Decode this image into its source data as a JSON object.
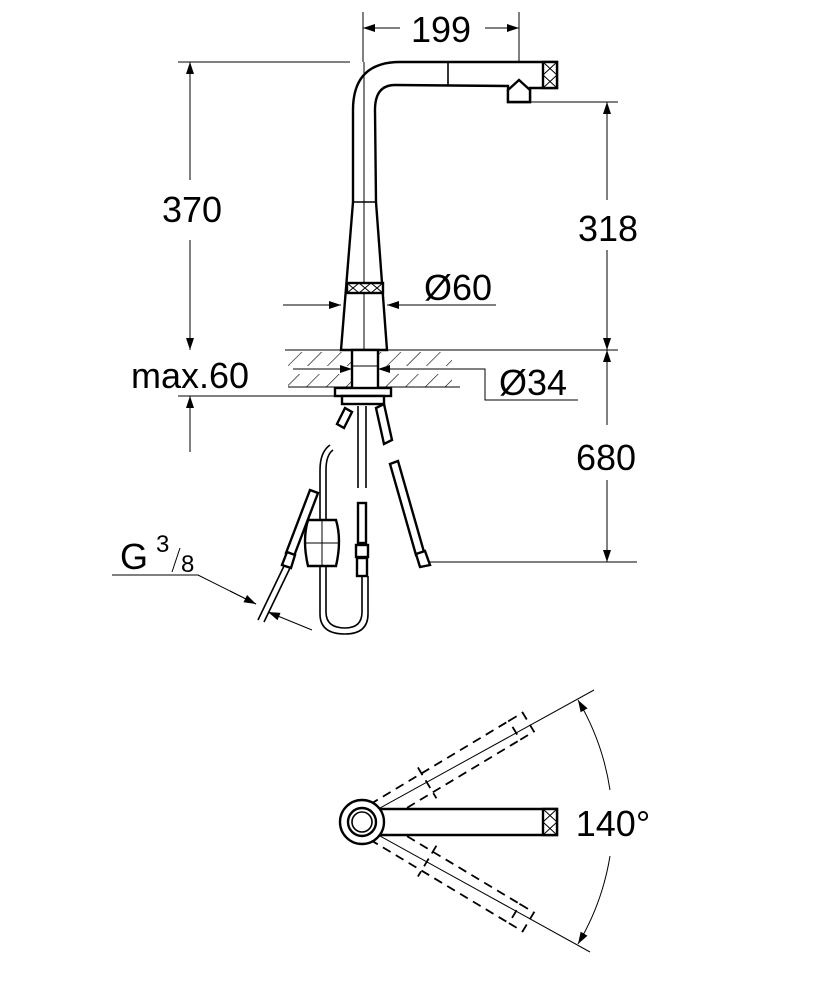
{
  "dimensions": {
    "spout_reach": "199",
    "total_height": "370",
    "outlet_height": "318",
    "base_diameter": "Ø60",
    "max_counter_thickness": "max.60",
    "hole_diameter": "Ø34",
    "hose_length": "680",
    "connection_letter": "G",
    "connection_num": "3",
    "connection_den": "8",
    "swivel_angle": "140°"
  }
}
